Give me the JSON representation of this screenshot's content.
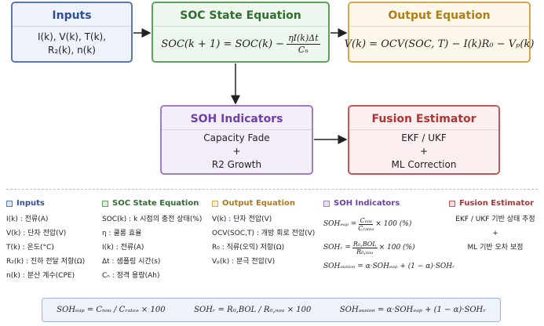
{
  "boxes": {
    "inputs": {
      "title": "Inputs",
      "line1": "I(k), V(k), T(k),",
      "line2": "R₂(k), n(k)"
    },
    "soc": {
      "title": "SOC State Equation",
      "lhs": "SOC(k + 1) = SOC(k) −",
      "frac_num": "ηI(k)Δt",
      "frac_den": "Cₙ"
    },
    "output": {
      "title": "Output Equation",
      "equation": "V(k) = OCV(SOC, T) − I(k)R₀ − Vₚ(k)"
    },
    "soh": {
      "title": "SOH Indicators",
      "line1": "Capacity Fade",
      "plus": "+",
      "line2": "R2 Growth"
    },
    "fusion": {
      "title": "Fusion Estimator",
      "line1": "EKF / UKF",
      "plus": "+",
      "line2": "ML Correction"
    }
  },
  "legend": {
    "inputs": {
      "title": "Inputs",
      "rows": [
        "I(k) : 전류(A)",
        "V(k) : 단자 전압(V)",
        "T(k) : 온도(°C)",
        "R₂(k) : 진하 전달 저항(Ω)",
        "n(k) : 분산 계수(CPE)"
      ]
    },
    "soc": {
      "title": "SOC State Equation",
      "rows": [
        "SOC(k) : k 시점의 충전 상태(%)",
        "η : 쿨롱 효율",
        "I(k) : 전류(A)",
        "Δt : 샘플링 시간(s)",
        "Cₙ : 정격 용량(Ah)"
      ]
    },
    "output": {
      "title": "Output Equation",
      "rows": [
        "V(k) : 단자 전압(V)",
        "OCV(SOC,T) : 개방 회로 전압(V)",
        "R₀ : 직류(오믹) 저항(Ω)",
        "Vₚ(k) : 분극 전압(V)"
      ]
    },
    "soh": {
      "title": "SOH Indicators",
      "cap_lhs": "SOHₑₐₚ =",
      "cap_num": "Cₙₒᵤ",
      "cap_den": "Cᵣₐₜₑₔ",
      "cap_rhs": "× 100 (%)",
      "r_lhs": "SOHᵣ =",
      "r_num": "R₀,BOL",
      "r_den": "R₀,ₙₒᵤ",
      "r_rhs": "× 100 (%)",
      "fusion_eq": "SOHₔᵤₛᵢₒₙ = α·SOHₑₐₚ + (1 − α)·SOHᵣ"
    },
    "fusion": {
      "title": "Fusion Estimator",
      "row1": "EKF / UKF 기반 상태 추정",
      "plus": "+",
      "row2": "ML 기반 오차 보정"
    }
  },
  "summary": {
    "eq1": "SOHₑₐₚ = Cₙₒᵤ / Cᵣₐₜₑₔ × 100",
    "eq2": "SOHᵣ = R₀,BOL / R₀,ₙₒᵤ × 100",
    "eq3": "SOHₔᵤₛᵢₒₙ = α·SOHₑₐₚ + (1 − α)·SOHᵣ"
  },
  "colors": {
    "inputs": "#5c78b4",
    "soc": "#5f9f5f",
    "output": "#d1a84a",
    "soh": "#a07cc8",
    "fusion": "#c95656",
    "arrow": "#222222"
  }
}
